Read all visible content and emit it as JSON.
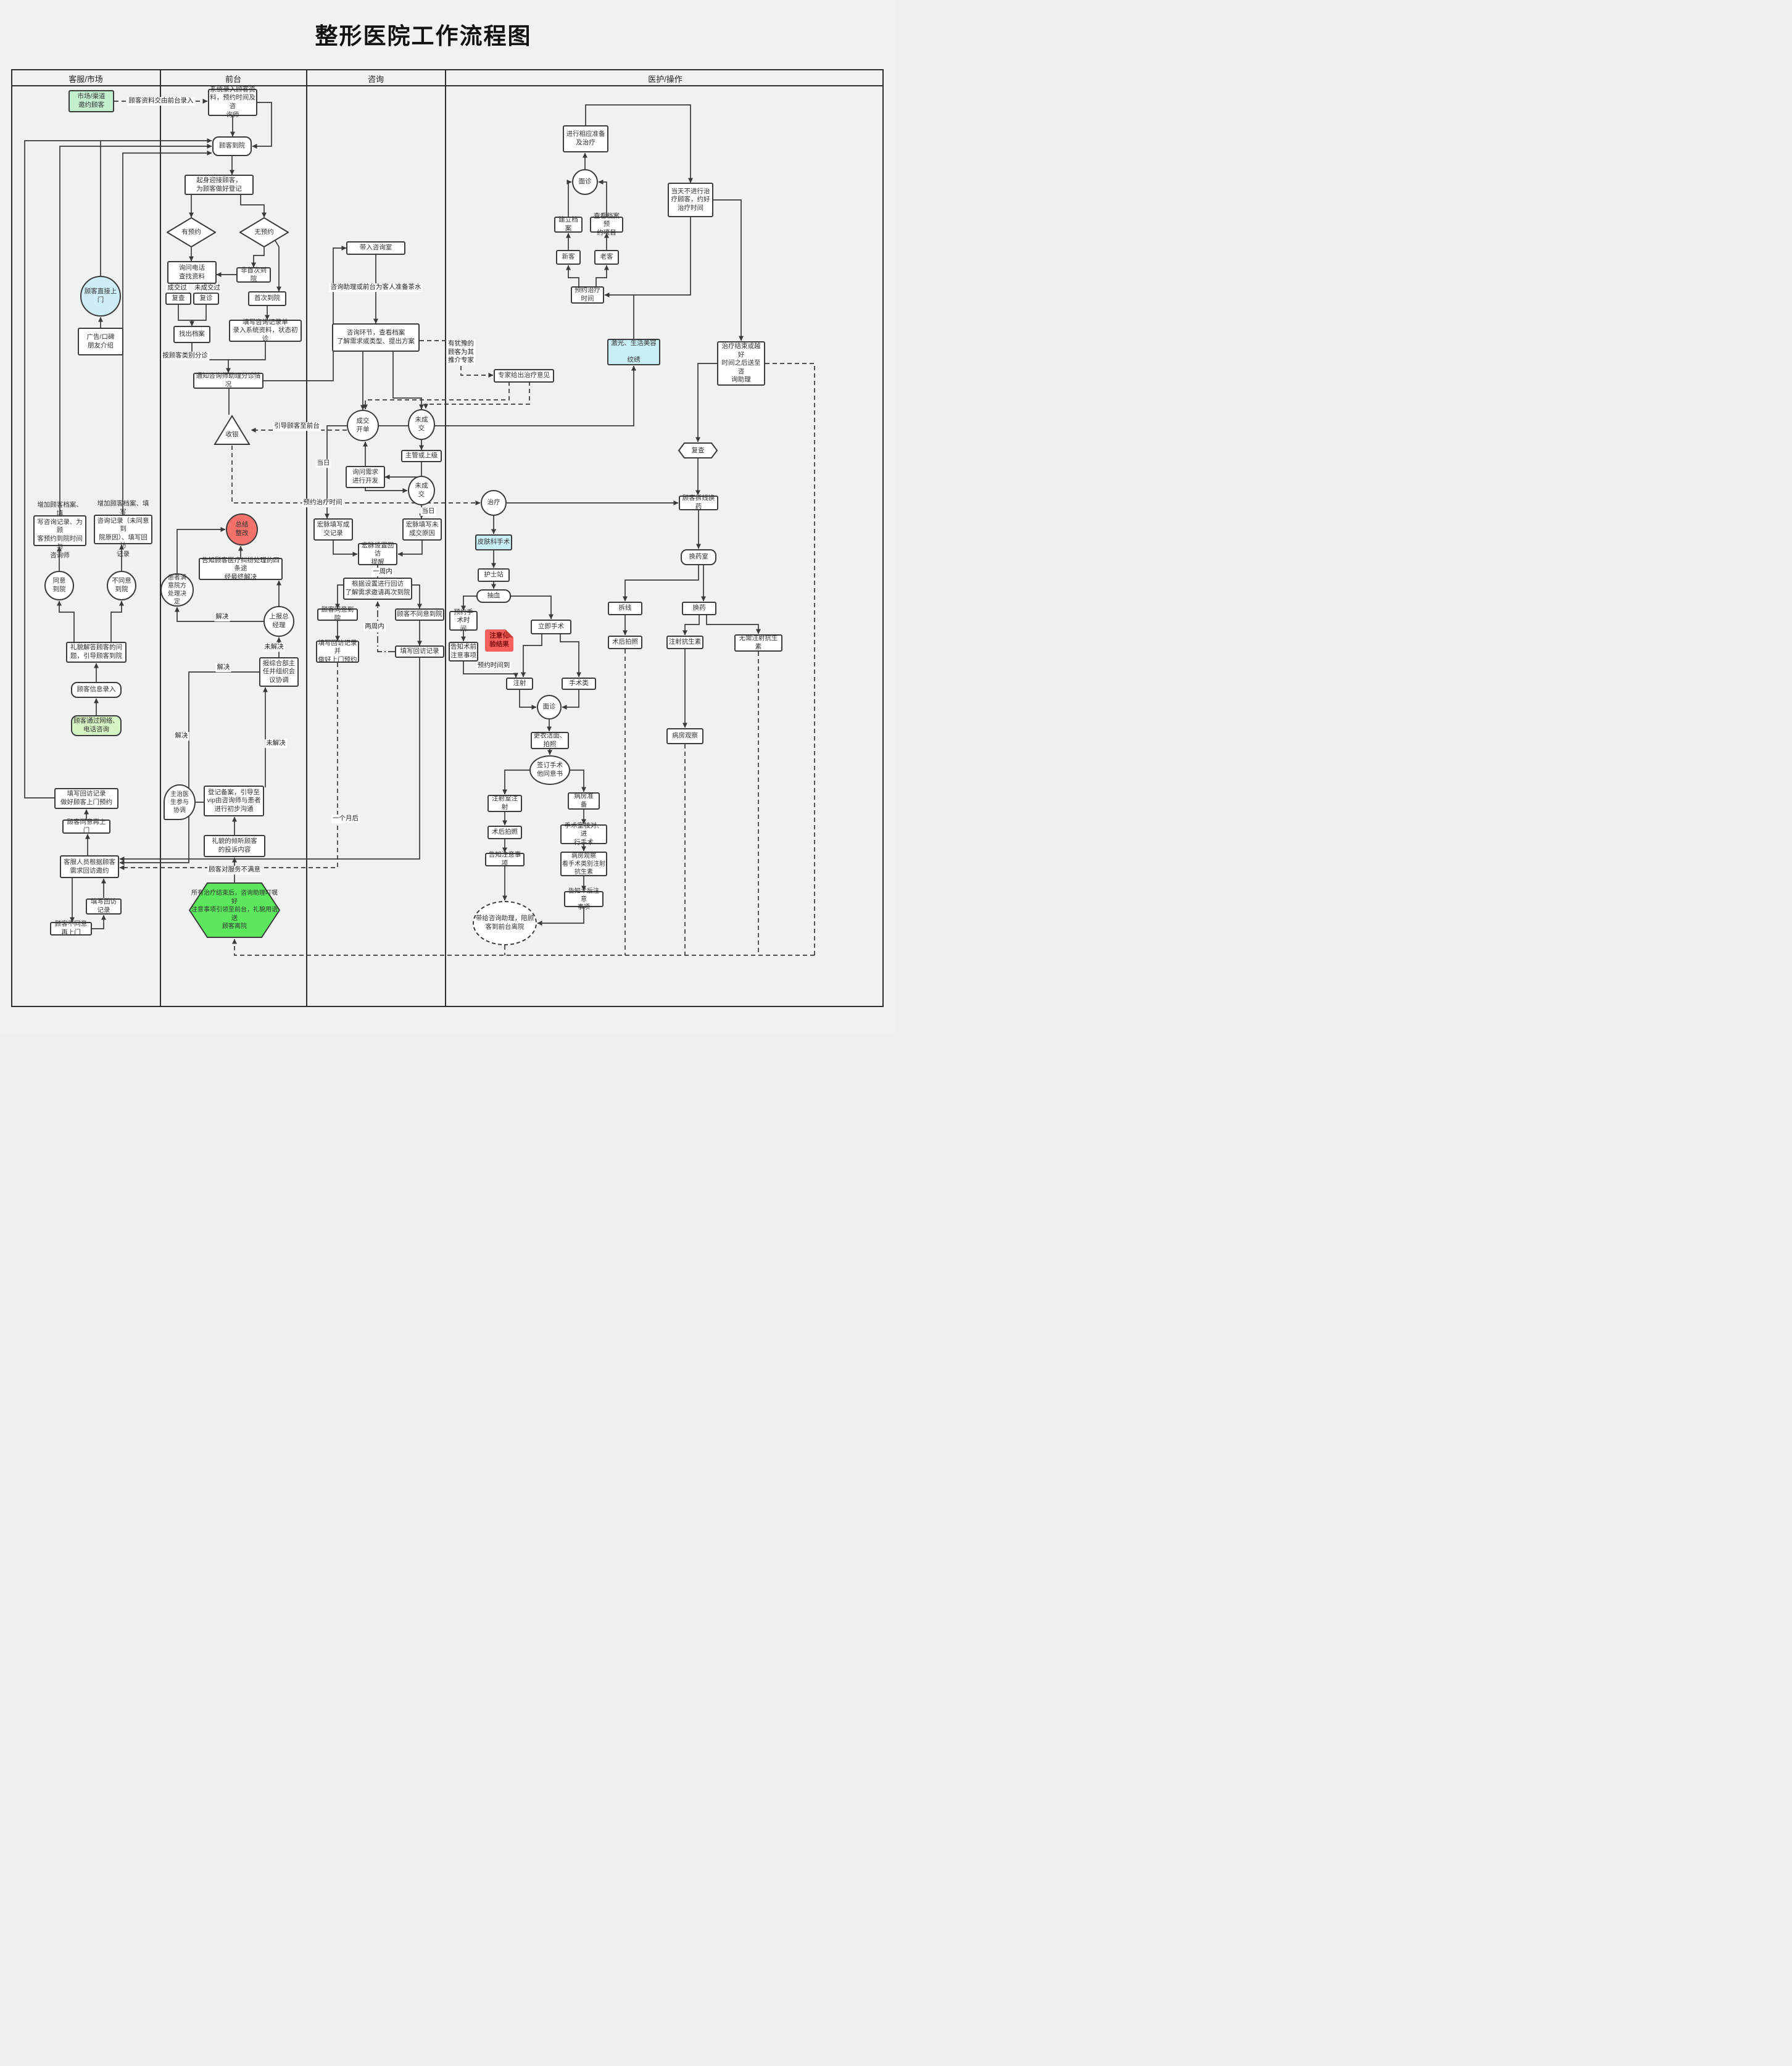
{
  "title": "整形医院工作流程图",
  "lanes": [
    "客服/市场",
    "前台",
    "咨询",
    "医护/操作"
  ],
  "colors": {
    "canvas": "#f0f1f1",
    "line": "#3a3a3a",
    "market_green": "#c4efcf",
    "web_green": "#d6f3c4",
    "cyan_circle": "#cdeef7",
    "cyan_box": "#c8eff5",
    "red_circle": "#f3716b",
    "sticky_red": "#f4615c",
    "hex_green": "#5ce85c"
  },
  "nodes": {
    "s1": "市场/渠道\n邀约顾客",
    "s2": "顾客直接上门",
    "s3": "广告/口碑\n朋友介绍",
    "s4": "增加顾客档案、填\n写咨询记录、为顾\n客预约到院时间与\n咨询师",
    "s5": "增加顾客档案、填写\n咨询记录（未同意到\n院原因）、填写回访\n记录",
    "s6": "同意\n到院",
    "s7": "不同意\n到院",
    "s8": "礼貌解答顾客的问\n题，引导顾客到院",
    "s9": "顾客信息录入",
    "s10": "顾客通过网络、\n电话咨询",
    "s11": "填写回访记录\n做好顾客上门预约",
    "s12": "顾客同意再上门",
    "s13": "客服人员根据顾客\n需求回访邀约",
    "s14": "填写回访记录",
    "s15": "顾客不同意再上门",
    "f1": "系统录入顾客资\n料，预约时间及咨\n询师",
    "f2": "顾客到院",
    "f3": "起身迎接顾客，\n为顾客做好登记",
    "f4": "有预约",
    "f5": "无预约",
    "f6": "询问电话\n查找资料",
    "f7": "非首次到院",
    "f8": "复查",
    "f9": "复诊",
    "f10": "首次到院",
    "f11": "找出档案",
    "f12": "填写咨询记录单\n录入系统资料，状态初诊",
    "f13": "通知咨询师助理分诊情况",
    "f14": "收银",
    "f15": "总结\n整改",
    "f16": "告知顾客医疗纠纷处理的四条途\n经最终解决",
    "f17": "患者满\n意院方\n处理决\n定",
    "f18": "上报总\n经理",
    "f19": "报综合部主\n任并组织会\n议协调",
    "f20": "主治医\n生参与\n协调",
    "f21": "登记备案，引导至\nvip由咨询师与患者\n进行初步沟通",
    "f22": "礼貌的倾听顾客\n的投诉内容",
    "f23": "所有治疗结束后，咨询助理叮嘱好\n注意事项引领至前台，礼貌用语送\n顾客离院",
    "c1": "带入咨询室",
    "c2": "咨询环节，查看档案\n了解需求或类型、提出方案",
    "c3": "成交\n开单",
    "c4": "未成\n交",
    "c5": "主管或上级",
    "c6": "询问需求\n进行开发",
    "c7": "未成\n交",
    "c8": "宏脉填写成\n交记录",
    "c9": "宏脉填写未\n成交原因",
    "c10": "宏脉设置回访\n提醒",
    "c11": "根据设置进行回访\n了解需求邀请再次到院",
    "c12": "顾客同意到院",
    "c13": "顾客不同意到院",
    "c14": "填写回访记录并\n做好上门预约",
    "c15": "填写回访记录",
    "m1": "进行相应准备\n及治疗",
    "m2": "面诊",
    "m3": "当天不进行治\n疗顾客，约好\n治疗时间",
    "m4": "建立档\n案",
    "m5": "查看档案预\n约项目",
    "m6": "新客",
    "m7": "老客",
    "m8": "预约治疗\n时间",
    "m9": "激光、生活美容\n\n纹绣",
    "m10": "治疗结束或越好\n时间之后送至咨\n询助理",
    "m11": "专家给出治疗意见",
    "m12": "治疗",
    "m13": "复查",
    "m14": "顾客拆线换药",
    "m15": "换药室",
    "m16": "皮肤科手术",
    "m17": "护士站",
    "m18": "抽血",
    "m19": "拆线",
    "m20": "换药",
    "m21": "预约手术时\n间",
    "m22": "注意化\n验结果",
    "m23": "立即手术",
    "m24": "术后拍照",
    "m25": "注射抗生素",
    "m26": "无需注射抗生\n素",
    "m27": "告知术前\n注意事项",
    "m28": "注射",
    "m29": "手术类",
    "m30": "面诊",
    "m31": "病房观察",
    "m32": "更衣洁面、\n拍照",
    "m33": "签订手术\n他同意书",
    "m34": "注射室注\n射",
    "m35": "病房准\n备",
    "m36": "术后拍照",
    "m37": "手术室核对、进\n行手术",
    "m38": "告知注意事项",
    "m39": "病房观察\n看手术类别注射\n抗生素",
    "m40": "告知术后注意\n事项",
    "m41": "带给咨询助理，陪顾\n客到前台离院"
  },
  "labels": {
    "l1": "顾客资料交由前台录入",
    "l2": "成交过",
    "l3": "未成交过",
    "l4": "按顾客类别分诊",
    "l5": "咨询助理或前台为客人准备茶水",
    "l6": "引导顾客至前台",
    "l7": "当日",
    "l8": "预约治疗时间",
    "l9": "当日",
    "l10": "一周内",
    "l11": "两周内",
    "l12": "有犹豫的\n顾客为其\n推介专家",
    "l13": "解决",
    "l14": "未解决",
    "l15": "解决",
    "l16": "解决",
    "l17": "未解决",
    "l18": "一个月后",
    "l19": "顾客对服务不满意",
    "l20": "预约时间到"
  }
}
